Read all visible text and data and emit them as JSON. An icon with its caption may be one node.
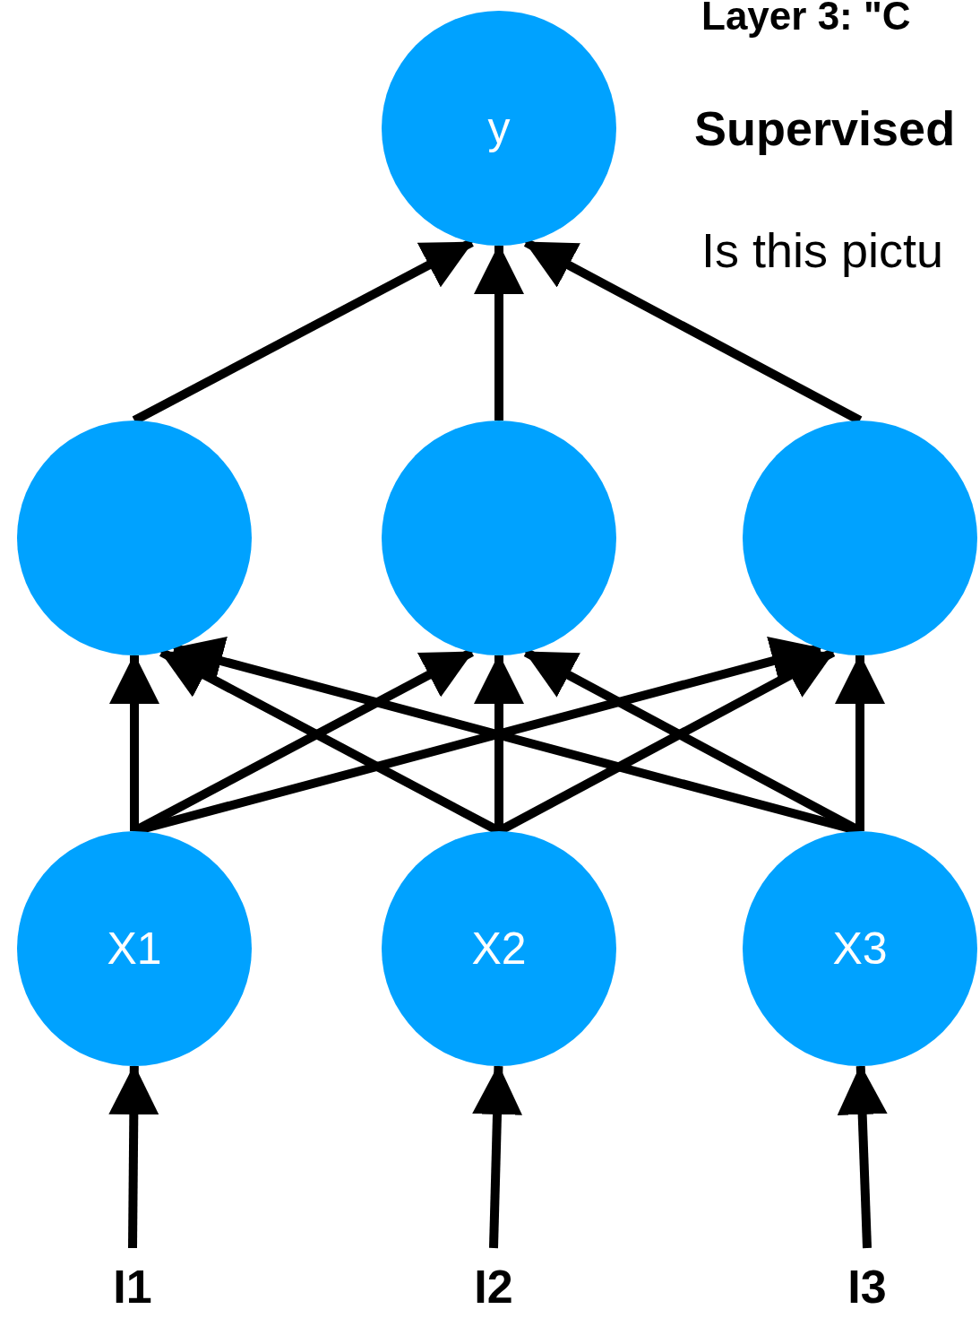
{
  "diagram": {
    "nodes": [
      {
        "text": [
          "y"
        ]
      },
      {
        "text": [],
        "shape": "circle"
      },
      {
        "text": [],
        "shape": "circle"
      },
      {
        "text": [],
        "shape": "circle"
      },
      {
        "text": [
          "X1"
        ]
      },
      {
        "text": [
          "X2"
        ]
      },
      {
        "text": [
          "X3"
        ]
      },
      {
        "text": [
          "I1"
        ]
      },
      {
        "text": [
          "I2"
        ]
      },
      {
        "text": [
          "I3"
        ]
      }
    ],
    "edges": [
      {
        "from": 7,
        "to": 4,
        "arrow": "to"
      },
      {
        "from": 8,
        "to": 5,
        "arrow": "to"
      },
      {
        "from": 9,
        "to": 6,
        "arrow": "to"
      },
      {
        "from": 4,
        "to": 1,
        "arrow": "to"
      },
      {
        "from": 4,
        "to": 2,
        "arrow": "to"
      },
      {
        "from": 4,
        "to": 3,
        "arrow": "to"
      },
      {
        "from": 5,
        "to": 1,
        "arrow": "to"
      },
      {
        "from": 5,
        "to": 2,
        "arrow": "to"
      },
      {
        "from": 5,
        "to": 3,
        "arrow": "to"
      },
      {
        "from": 6,
        "to": 1,
        "arrow": "to"
      },
      {
        "from": 6,
        "to": 2,
        "arrow": "to"
      },
      {
        "from": 6,
        "to": 3,
        "arrow": "to"
      },
      {
        "from": 1,
        "to": 0,
        "arrow": "to"
      },
      {
        "from": 2,
        "to": 0,
        "arrow": "to"
      },
      {
        "from": 3,
        "to": 0,
        "arrow": "to"
      }
    ],
    "labels": [
      "Layer 3: \"C",
      "Supervised",
      "Is this pictu"
    ]
  }
}
